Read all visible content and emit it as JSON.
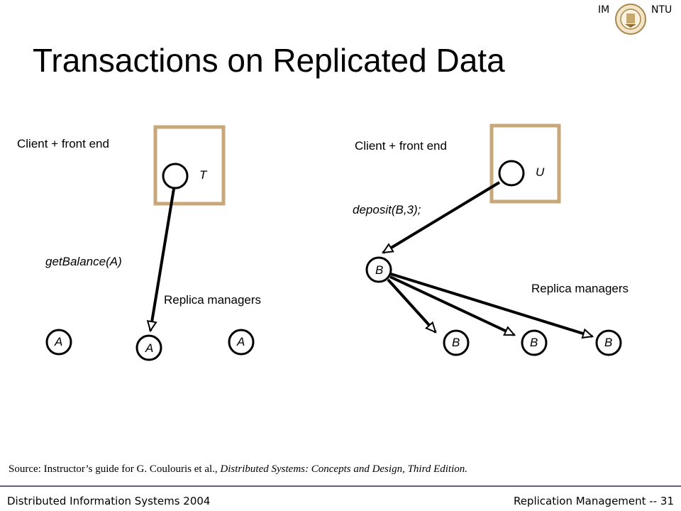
{
  "header": {
    "left_mark": "IM",
    "right_mark": "NTU"
  },
  "title": "Transactions on Replicated Data",
  "left": {
    "client_label": "Client + front end",
    "transaction": "T",
    "operation": "getBalance(A)",
    "replica_label": "Replica managers",
    "replicas": [
      "A",
      "A",
      "A"
    ]
  },
  "right": {
    "client_label": "Client + front end",
    "transaction": "U",
    "operation": "deposit(B,3);",
    "replica_label": "Replica managers",
    "primary": "B",
    "replicas": [
      "B",
      "B",
      "B"
    ]
  },
  "source": {
    "prefix": "Source: Instructor’s guide for G. Coulouris et al., ",
    "italic": "Distributed Systems: Concepts and Design, Third Edition."
  },
  "footer": {
    "left": "Distributed Information Systems 2004",
    "right": "Replication Management -- 31"
  },
  "colors": {
    "box": "#c8a778",
    "rule": "#6b5a7d"
  }
}
